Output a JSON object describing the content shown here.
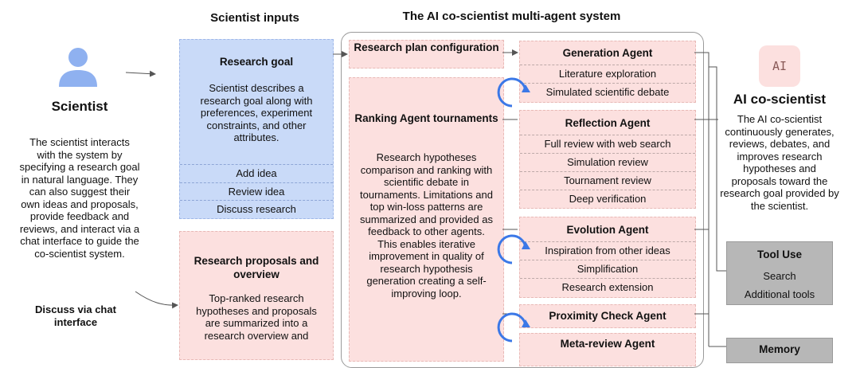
{
  "headers": {
    "scientist_inputs": "Scientist inputs",
    "system": "The AI co-scientist multi-agent system"
  },
  "scientist": {
    "label": "Scientist",
    "description": "The scientist interacts with the system by specifying a research goal in natural language. They can also suggest their own ideas and proposals, provide feedback and reviews, and interact via a chat interface to guide the co-scientist system.",
    "chat_label": "Discuss via chat interface"
  },
  "research_goal": {
    "title": "Research goal",
    "body": "Scientist describes a research goal along with preferences, experiment constraints, and other attributes.",
    "items": [
      "Add idea",
      "Review idea",
      "Discuss research"
    ]
  },
  "proposals": {
    "title": "Research proposals and overview",
    "body": "Top-ranked research hypotheses and proposals are summarized into a research overview and"
  },
  "plan_config": {
    "title": "Research plan configuration"
  },
  "ranking": {
    "title": "Ranking Agent tournaments",
    "body": "Research hypotheses comparison and ranking with scientific debate in tournaments. Limitations and top win-loss patterns are summarized and provided as feedback to other agents. This enables iterative improvement in quality of research hypothesis generation creating a self-improving loop."
  },
  "agents": {
    "generation": {
      "title": "Generation Agent",
      "items": [
        "Literature exploration",
        "Simulated scientific debate"
      ]
    },
    "reflection": {
      "title": "Reflection Agent",
      "items": [
        "Full review with web search",
        "Simulation review",
        "Tournament review",
        "Deep verification"
      ]
    },
    "evolution": {
      "title": "Evolution Agent",
      "items": [
        "Inspiration from other ideas",
        "Simplification",
        "Research extension"
      ]
    },
    "proximity": {
      "title": "Proximity Check Agent"
    },
    "meta": {
      "title": "Meta-review Agent"
    }
  },
  "ai": {
    "icon": "AI",
    "label": "AI co-scientist",
    "description": "The AI co-scientist continuously generates, reviews, debates, and improves research hypotheses and proposals toward the research goal provided by the scientist."
  },
  "tools": {
    "title": "Tool Use",
    "items": [
      "Search",
      "Additional tools"
    ]
  },
  "memory": {
    "title": "Memory"
  }
}
